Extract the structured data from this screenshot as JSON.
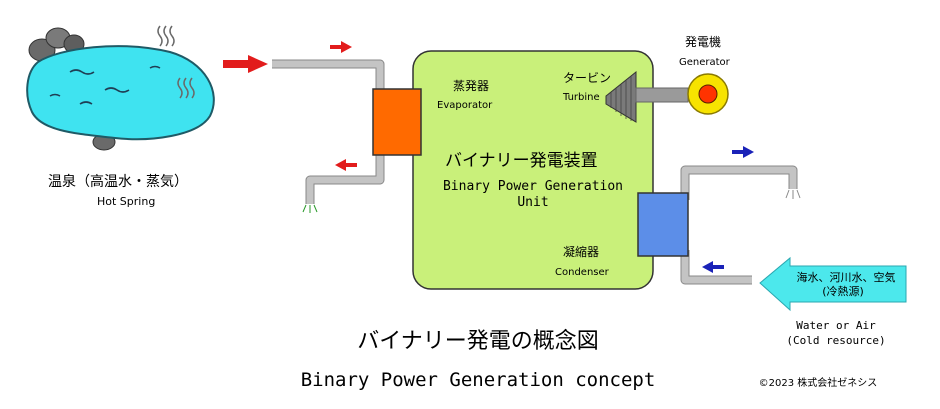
{
  "hot_spring": {
    "label_ja": "温泉（高温水・蒸気）",
    "label_en": "Hot Spring"
  },
  "unit": {
    "title_ja": "バイナリー発電装置",
    "title_en_line1": "Binary Power Generation",
    "title_en_line2": "Unit"
  },
  "evaporator": {
    "label_ja": "蒸発器",
    "label_en": "Evaporator"
  },
  "turbine": {
    "label_ja": "タービン",
    "label_en": "Turbine"
  },
  "generator": {
    "label_ja": "発電機",
    "label_en": "Generator"
  },
  "condenser": {
    "label_ja": "凝縮器",
    "label_en": "Condenser"
  },
  "cold_source": {
    "arrow_line1": "海水、河川水、空気",
    "arrow_line2": "(冷熱源)",
    "label_en_line1": "Water or Air",
    "label_en_line2": "(Cold resource)"
  },
  "caption": {
    "title_ja": "バイナリー発電の概念図",
    "title_en": "Binary Power Generation concept"
  },
  "copyright": "©2023 株式会社ゼネシス",
  "colors": {
    "hot_spring": "#3fe3f0",
    "unit": "#c9f07a",
    "evaporator": "#ff6a00",
    "condenser": "#5c8ee8",
    "pipe": "#c4c4c4",
    "hot_arrow": "#e21c1c",
    "cold_arrow": "#1a22b8",
    "cold_source_arrow": "#4ce8ec",
    "generator_ring": "#f7e300",
    "generator_core": "#ff3300"
  }
}
